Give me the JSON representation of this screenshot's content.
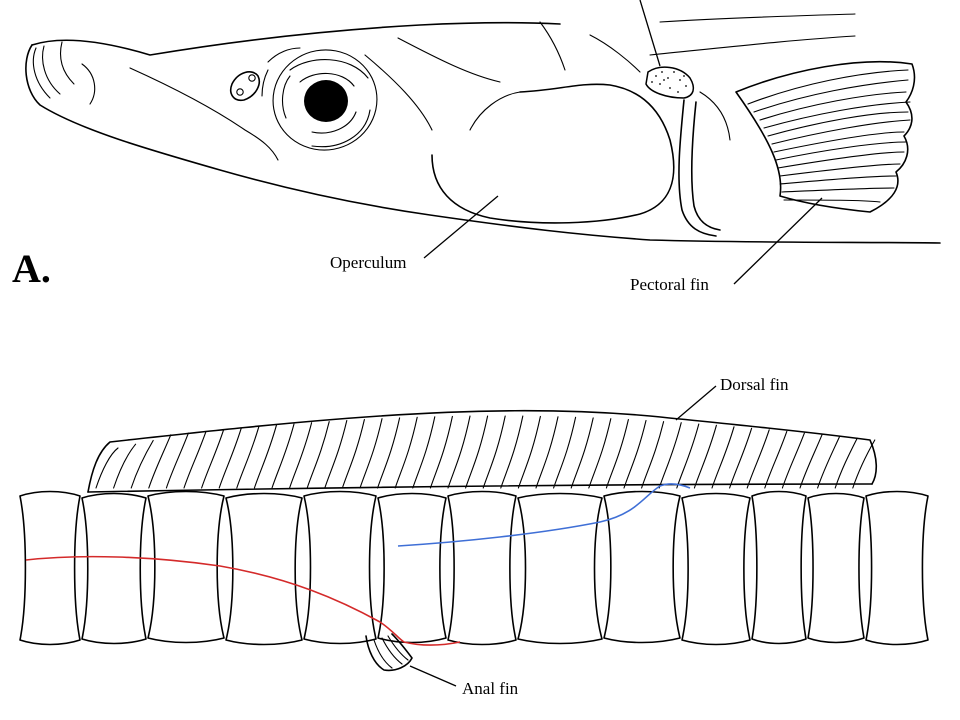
{
  "panel_a": {
    "panel_letter": "A.",
    "labels": {
      "operculum": "Operculum",
      "pectoral_fin": "Pectoral fin"
    }
  },
  "panel_b": {
    "labels": {
      "dorsal_fin": "Dorsal fin",
      "anal_fin": "Anal fin"
    },
    "line_colors": {
      "red_line": "#d42a2a",
      "blue_line": "#3f6fd6"
    }
  }
}
